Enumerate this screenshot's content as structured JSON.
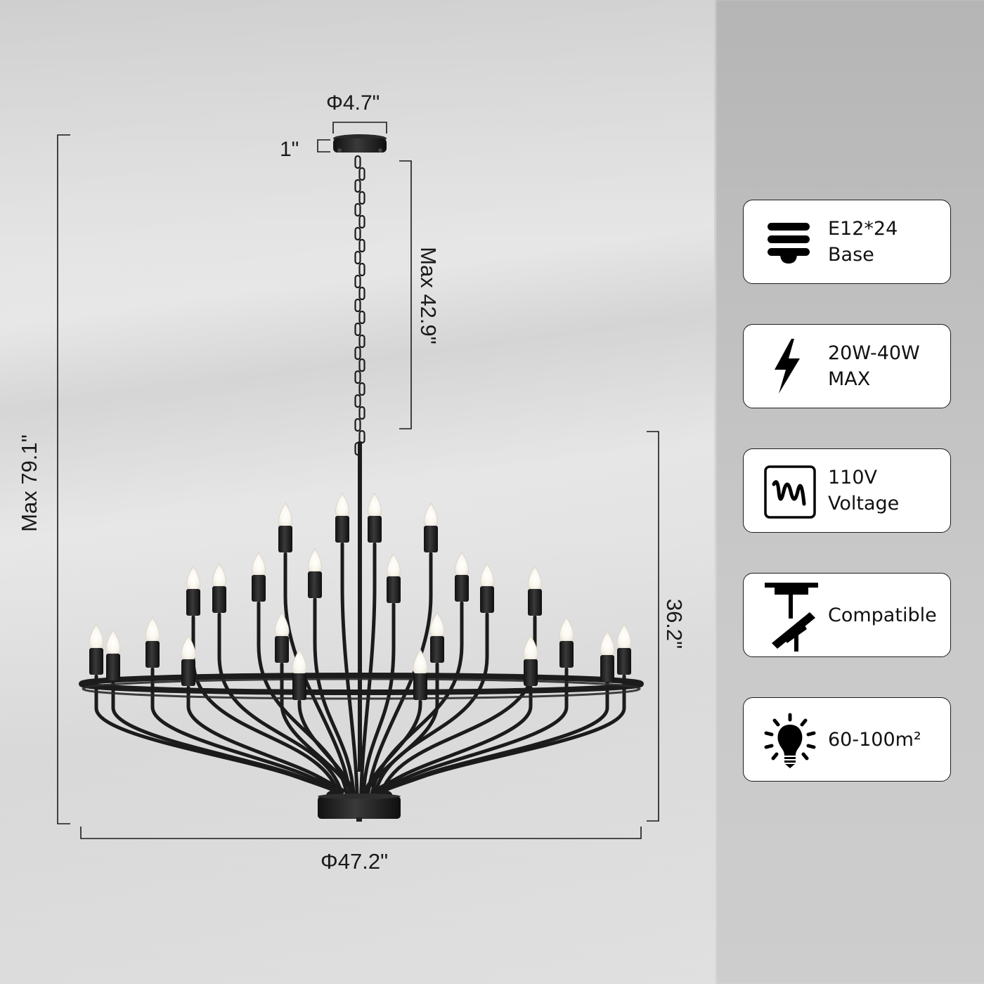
{
  "dimensions": {
    "canopy_diameter": "Φ4.7\"",
    "canopy_height": "1\"",
    "chain_length": "Max 42.9\"",
    "total_height": "Max 79.1\"",
    "body_height": "36.2\"",
    "body_diameter": "Φ47.2\""
  },
  "product": {
    "type": "chandelier",
    "finish_color": "#1b1b1b",
    "candle_count": 24
  },
  "specs": [
    {
      "icon": "bulb-base-icon",
      "line1": "E12*24",
      "line2": "Base"
    },
    {
      "icon": "lightning-bolt-icon",
      "line1": "20W-40W",
      "line2": "MAX"
    },
    {
      "icon": "voltage-wave-icon",
      "line1": "110V",
      "line2": "Voltage"
    },
    {
      "icon": "sloped-ceiling-icon",
      "line1": "Compatible",
      "line2": ""
    },
    {
      "icon": "light-bulb-icon",
      "line1": "60-100m²",
      "line2": ""
    }
  ],
  "colors": {
    "card_bg": "#ffffff",
    "card_border": "#1c1c1c",
    "text": "#111111",
    "left_bg": "#e0e0e0",
    "right_bg": "#c2c2c2"
  }
}
